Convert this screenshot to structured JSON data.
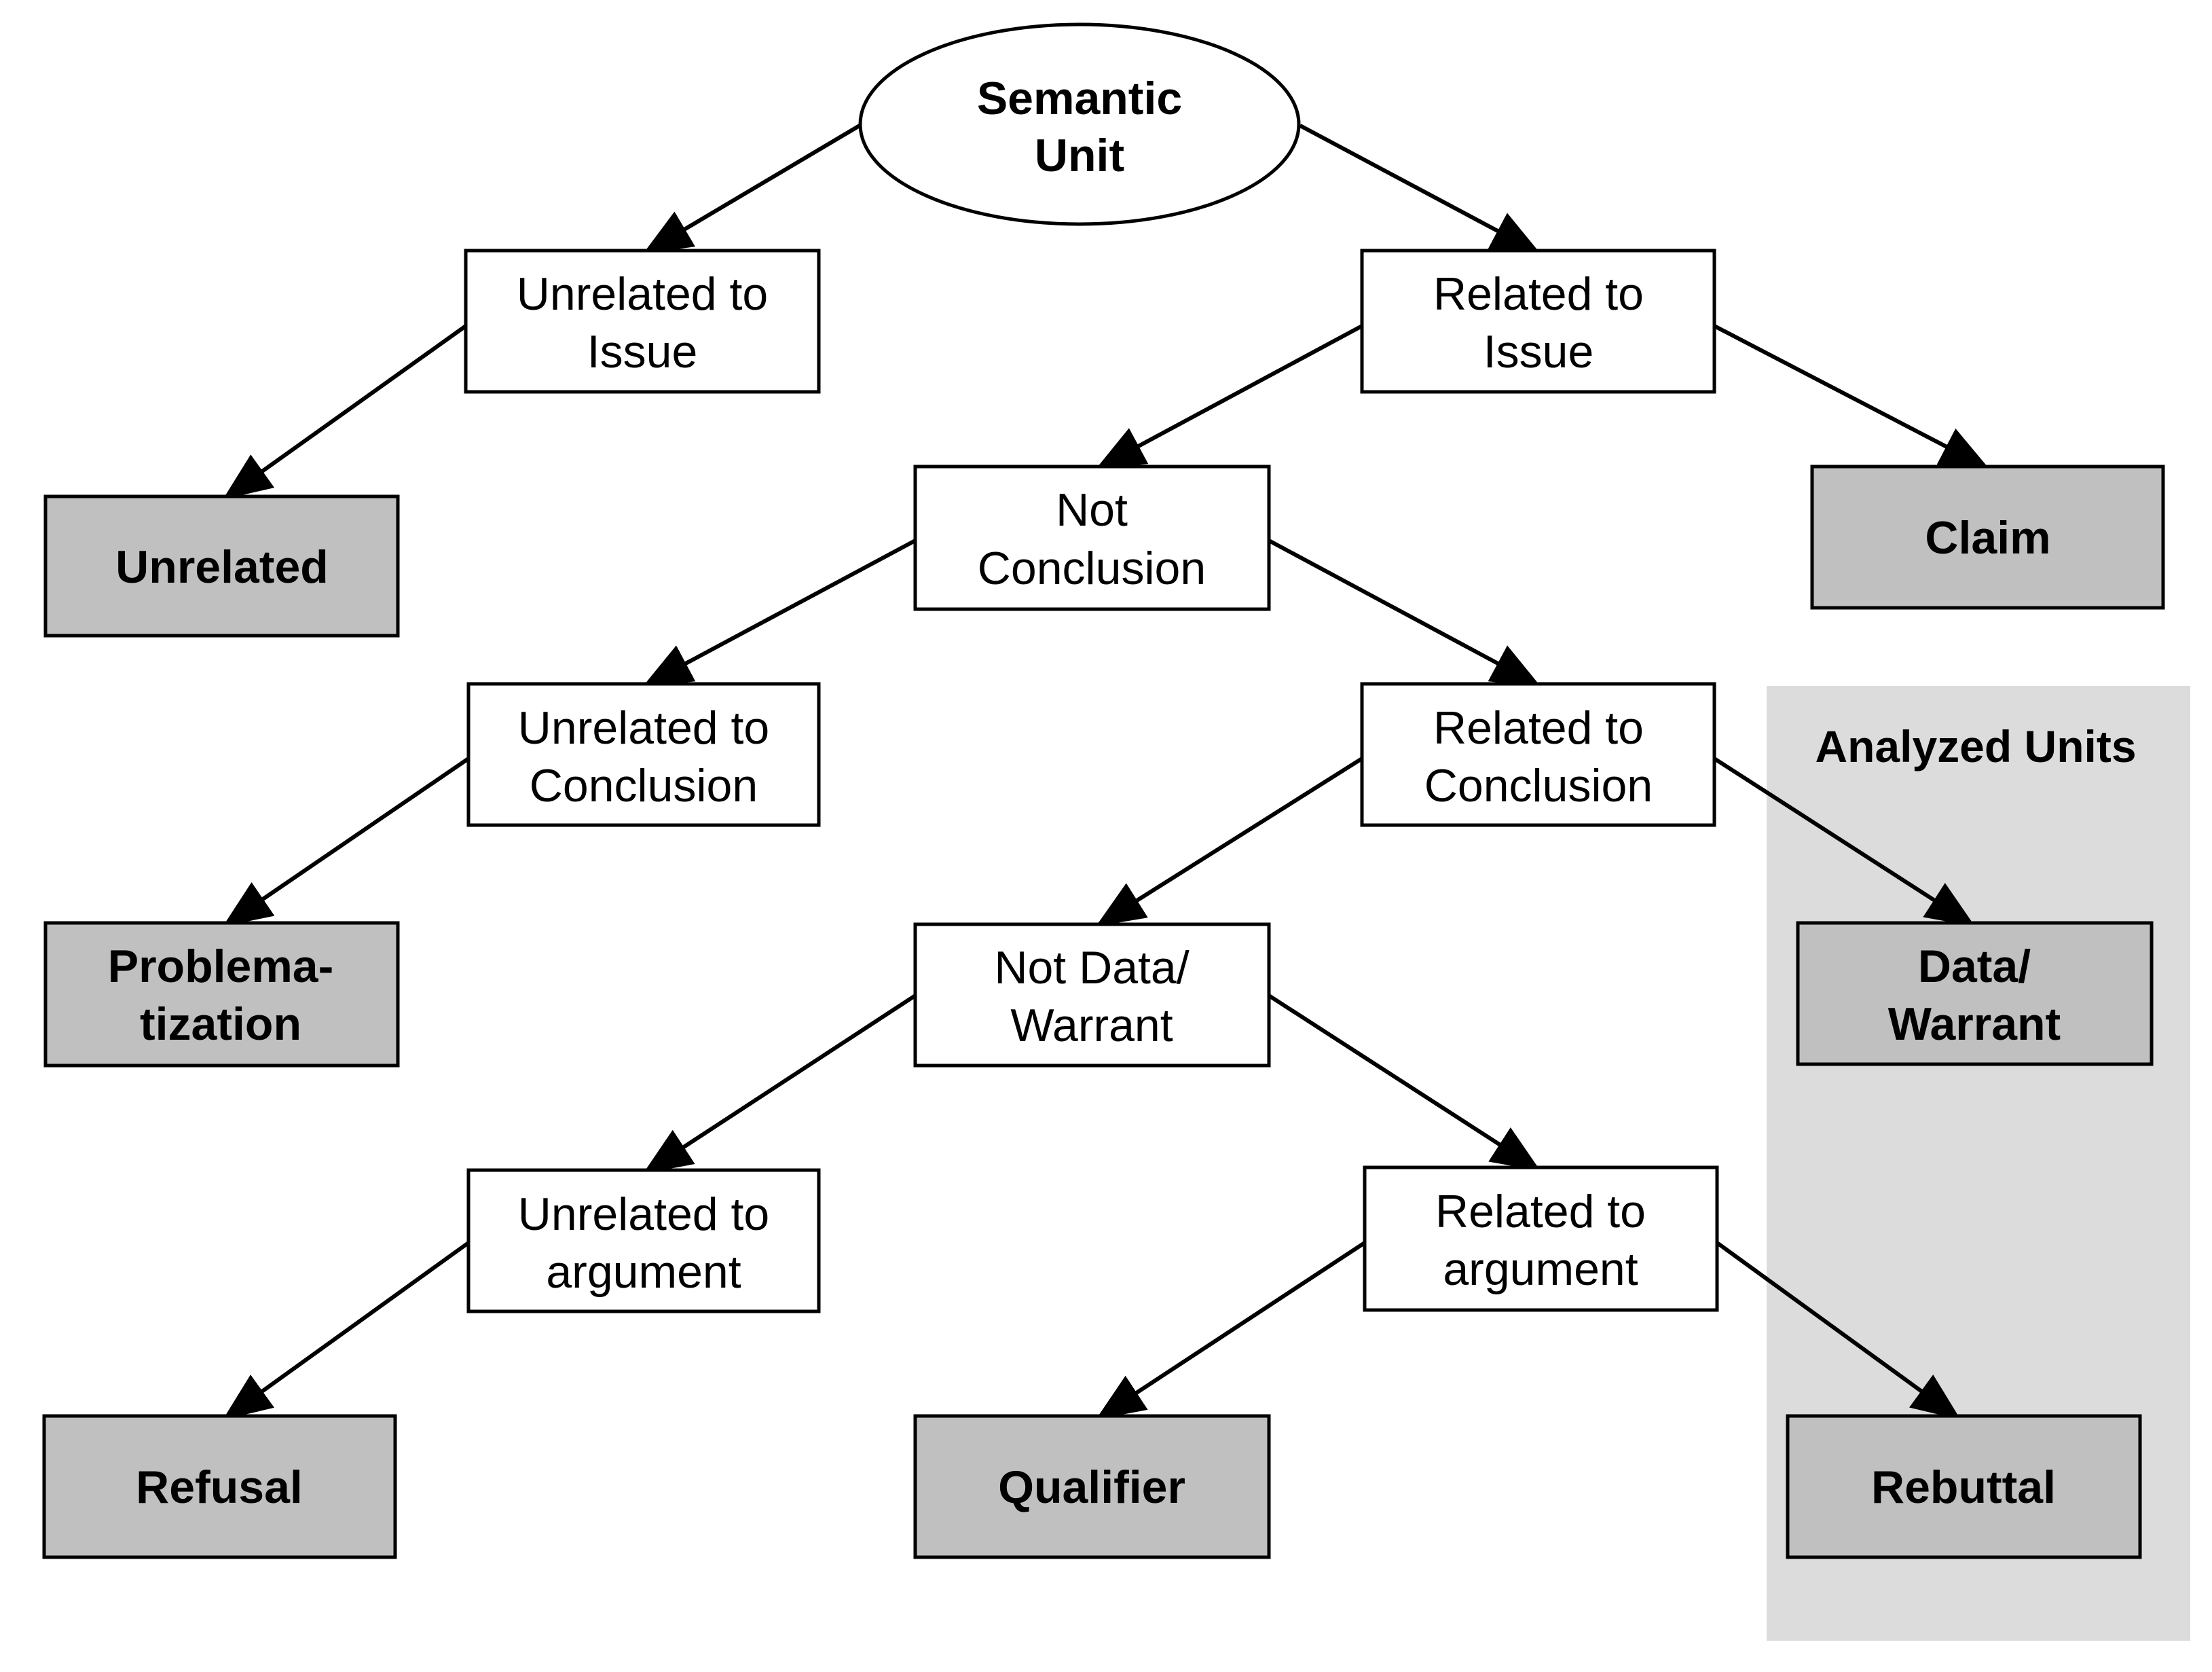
{
  "diagram": {
    "colors": {
      "background": "#ffffff",
      "stroke": "#000000",
      "outcome_fill": "#c0c0c0",
      "region_fill": "#dcdcdc"
    },
    "region": {
      "label": "Analyzed Units"
    },
    "nodes": {
      "semantic_unit": {
        "lines": [
          "Semantic",
          "Unit"
        ]
      },
      "unrelated_to_issue": {
        "lines": [
          "Unrelated to",
          "Issue"
        ]
      },
      "related_to_issue": {
        "lines": [
          "Related to",
          "Issue"
        ]
      },
      "unrelated": {
        "lines": [
          "Unrelated"
        ]
      },
      "not_conclusion": {
        "lines": [
          "Not",
          "Conclusion"
        ]
      },
      "claim": {
        "lines": [
          "Claim"
        ]
      },
      "unrelated_to_conclusion": {
        "lines": [
          "Unrelated to",
          "Conclusion"
        ]
      },
      "related_to_conclusion": {
        "lines": [
          "Related to",
          "Conclusion"
        ]
      },
      "problematization": {
        "lines": [
          "Problema-",
          "tization"
        ]
      },
      "not_data_warrant": {
        "lines": [
          "Not Data/",
          "Warrant"
        ]
      },
      "data_warrant": {
        "lines": [
          "Data/",
          "Warrant"
        ]
      },
      "unrelated_to_argument": {
        "lines": [
          "Unrelated to",
          "argument"
        ]
      },
      "related_to_argument": {
        "lines": [
          "Related to",
          "argument"
        ]
      },
      "refusal": {
        "lines": [
          "Refusal"
        ]
      },
      "qualifier": {
        "lines": [
          "Qualifier"
        ]
      },
      "rebuttal": {
        "lines": [
          "Rebuttal"
        ]
      }
    }
  }
}
